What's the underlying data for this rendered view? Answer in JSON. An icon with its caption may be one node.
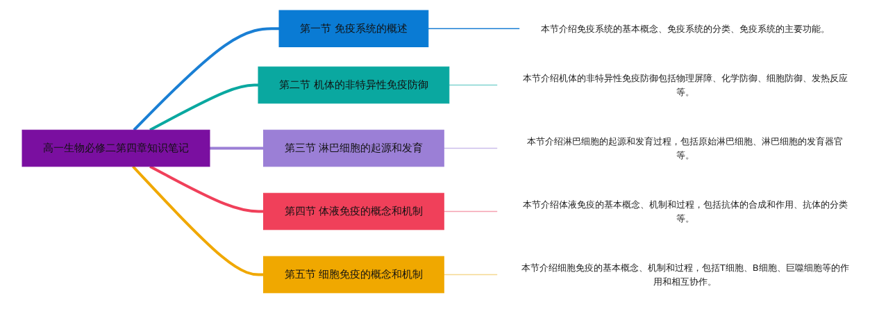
{
  "diagram": {
    "nodes": [
      {
        "text": [
          "高一生物必修二第四章知识笔记"
        ]
      },
      {
        "text": [
          "第一节 免疫系统的概述"
        ]
      },
      {
        "text": [
          "本节介绍免疫系统的基本概念、免疫系统的分类、免疫系统的主要功能。"
        ]
      },
      {
        "text": [
          "第二节 机体的非特异性免疫防御"
        ]
      },
      {
        "text": [
          "本节介绍机体的非特异性免疫防御包括物理屏障、化学防御、细胞防御、发热反应等。"
        ]
      },
      {
        "text": [
          "第三节 淋巴细胞的起源和发育"
        ]
      },
      {
        "text": [
          "本节介绍淋巴细胞的起源和发育过程，包括原始淋巴细胞、淋巴细胞的发育器官等。"
        ]
      },
      {
        "text": [
          "第四节 体液免疫的概念和机制"
        ]
      },
      {
        "text": [
          "本节介绍体液免疫的基本概念、机制和过程，包括抗体的合成和作用、抗体的分类等。"
        ]
      },
      {
        "text": [
          "第五节 细胞免疫的概念和机制"
        ]
      },
      {
        "text": [
          "本节介绍细胞免疫的基本概念、机制和过程，包括T细胞、B细胞、巨噬细胞等的作用和相互协作。"
        ]
      }
    ],
    "edges": [
      {
        "from": 0,
        "to": 1,
        "arrow": "none",
        "style": "thick",
        "color": "#1a7fd4"
      },
      {
        "from": 1,
        "to": 2,
        "arrow": "none",
        "color": "#1a7fd4"
      },
      {
        "from": 0,
        "to": 3,
        "arrow": "none",
        "style": "thick",
        "color": "#0aa8a0"
      },
      {
        "from": 3,
        "to": 4,
        "arrow": "none",
        "color": "#7fd3cf"
      },
      {
        "from": 0,
        "to": 5,
        "arrow": "none",
        "style": "thick",
        "color": "#9b7fd6"
      },
      {
        "from": 5,
        "to": 6,
        "arrow": "none",
        "color": "#cbbdea"
      },
      {
        "from": 0,
        "to": 7,
        "arrow": "none",
        "style": "thick",
        "color": "#f0405a"
      },
      {
        "from": 7,
        "to": 8,
        "arrow": "none",
        "color": "#f5a0b0"
      },
      {
        "from": 0,
        "to": 9,
        "arrow": "none",
        "style": "thick",
        "color": "#f0a800"
      },
      {
        "from": 9,
        "to": 10,
        "arrow": "none",
        "color": "#f5d890"
      }
    ]
  }
}
